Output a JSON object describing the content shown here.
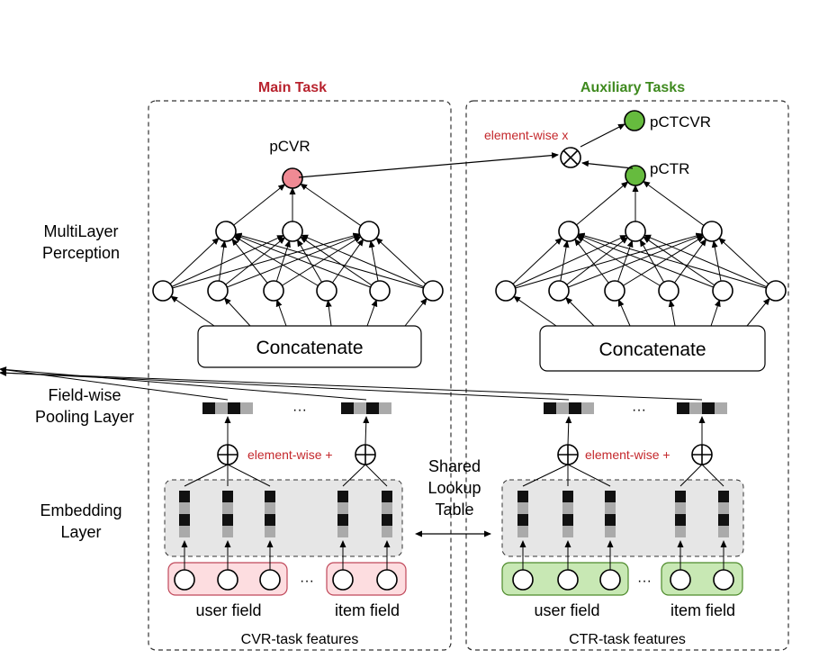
{
  "titles": {
    "main": "Main Task",
    "aux": "Auxiliary Tasks"
  },
  "layers": {
    "mlp_line1": "MultiLayer",
    "mlp_line2": "Perception",
    "pool_line1": "Field-wise",
    "pool_line2": "Pooling Layer",
    "emb_line1": "Embedding",
    "emb_line2": "Layer"
  },
  "outputs": {
    "pcvr": "pCVR",
    "pctr": "pCTR",
    "pctcvr": "pCTCVR"
  },
  "ops": {
    "mult": "element-wise x",
    "plus_left": "element-wise +",
    "plus_right": "element-wise +"
  },
  "concat": {
    "left": "Concatenate",
    "right": "Concatenate"
  },
  "shared": {
    "line1": "Shared",
    "line2": "Lookup",
    "line3": "Table"
  },
  "fields": {
    "user_left": "user field",
    "item_left": "item field",
    "user_right": "user field",
    "item_right": "item field"
  },
  "features": {
    "left": "CVR-task features",
    "right": "CTR-task features"
  },
  "ellipsis": "···",
  "colors": {
    "pcvr_node": "#f08a94",
    "green_node": "#66bb3e",
    "user_field_bg": "#fddde0",
    "user_field_border": "#c0485a",
    "green_field_bg": "#c8e8b4",
    "green_field_border": "#4d8a2a",
    "embedding_bg": "#e6e6e6",
    "main_title": "#b8232e",
    "aux_title": "#3f8a1f",
    "red_text": "#c4282c"
  }
}
